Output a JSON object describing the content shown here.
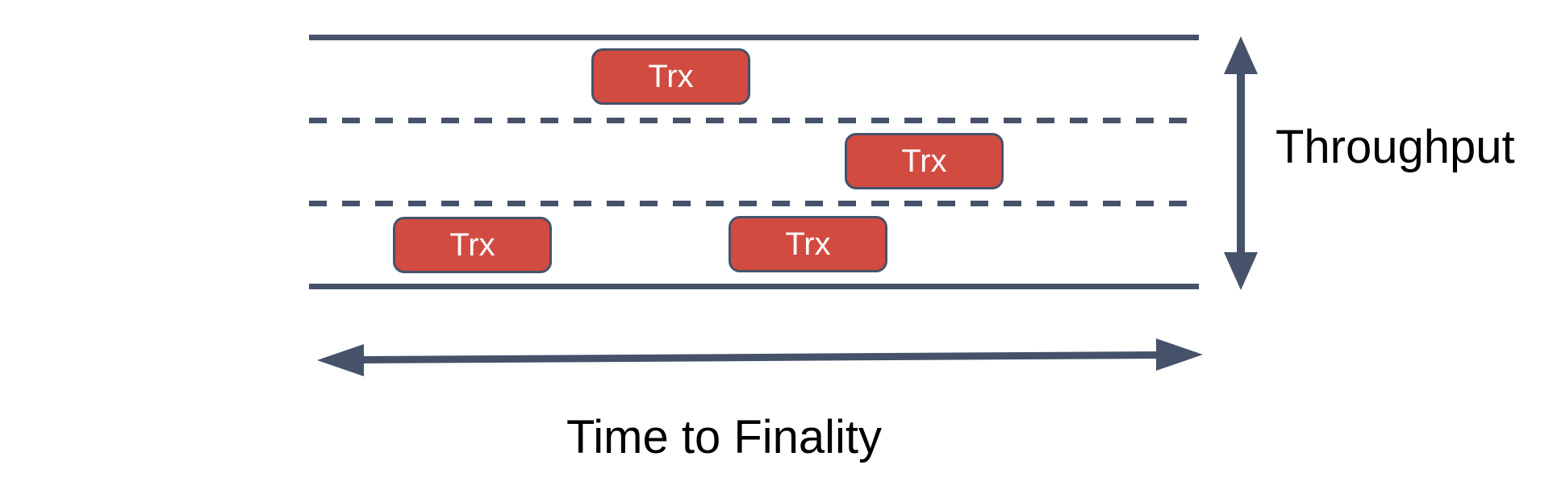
{
  "diagram": {
    "transactions": [
      {
        "label": "Trx",
        "lane": "top"
      },
      {
        "label": "Trx",
        "lane": "middle"
      },
      {
        "label": "Trx",
        "lane": "bottom"
      },
      {
        "label": "Trx",
        "lane": "bottom"
      }
    ],
    "axes": {
      "vertical_label": "Throughput",
      "horizontal_label": "Time to Finality"
    },
    "lanes": {
      "count": 3,
      "divider_style": "dashed"
    },
    "colors": {
      "stroke": "#46526A",
      "trx_fill": "#D14B41",
      "trx_text": "#FFFFFF",
      "label_text": "#000000",
      "background": "#FFFFFF"
    }
  }
}
